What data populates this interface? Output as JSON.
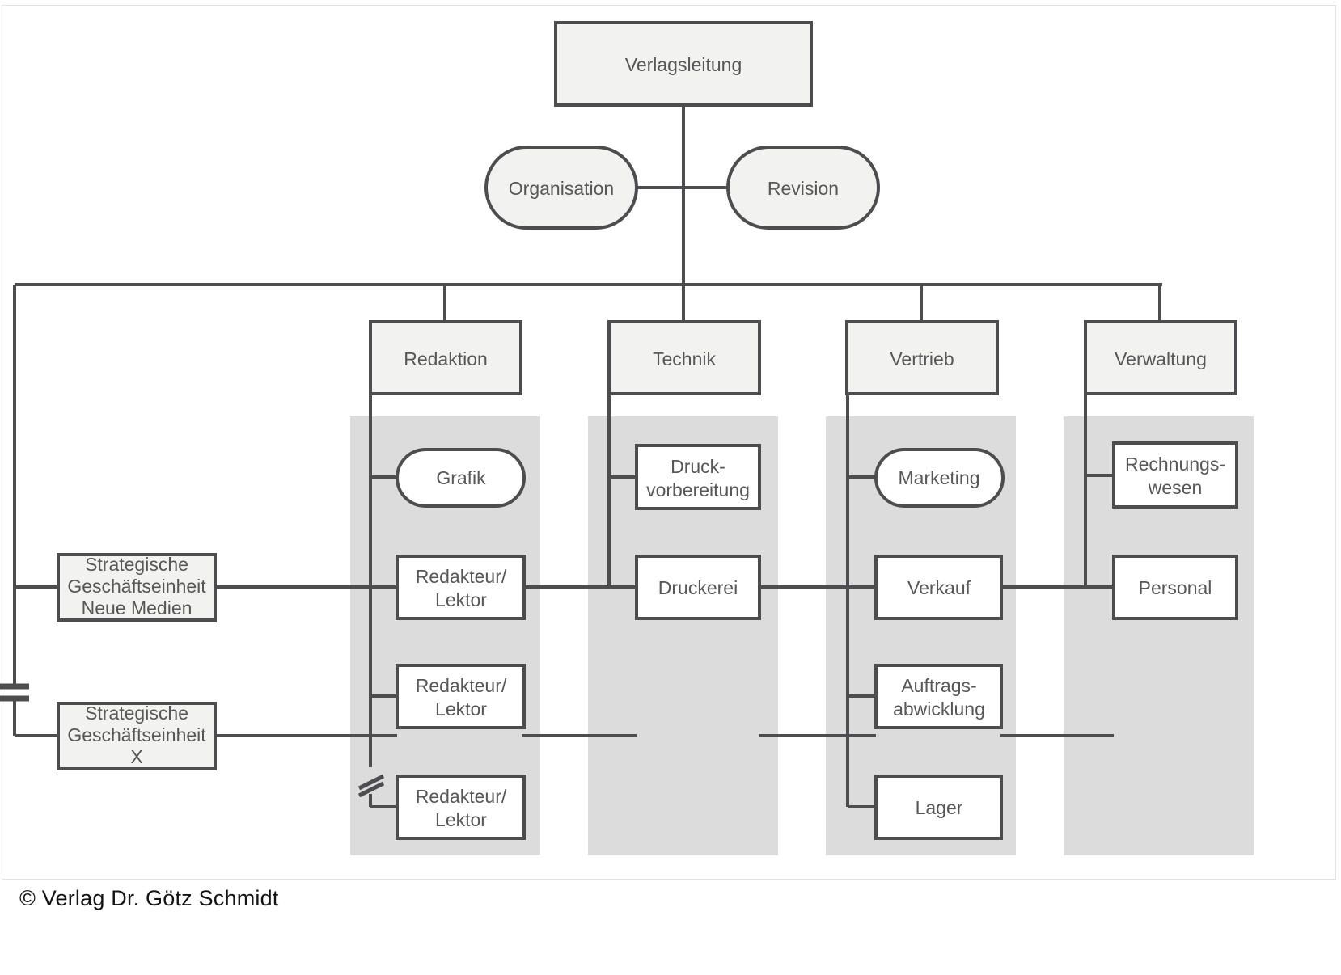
{
  "diagram": {
    "type": "matrix-organization-chart",
    "title_node": "Verlagsleitung",
    "staff_units": [
      "Organisation",
      "Revision"
    ],
    "divisions": [
      "Redaktion",
      "Technik",
      "Vertrieb",
      "Verwaltung"
    ],
    "strategic_units": [
      "Strategische Geschäftseinheit Neue Medien",
      "Strategische Geschäftseinheit X"
    ]
  },
  "nodes": {
    "root": {
      "label": "Verlagsleitung"
    },
    "staff_left": {
      "label": "Organisation"
    },
    "staff_right": {
      "label": "Revision"
    },
    "div1": {
      "label": "Redaktion"
    },
    "div2": {
      "label": "Technik"
    },
    "div3": {
      "label": "Vertrieb"
    },
    "div4": {
      "label": "Verwaltung"
    },
    "sbu1": {
      "line1": "Strategische",
      "line2": "Geschäftseinheit",
      "line3": "Neue Medien"
    },
    "sbu2": {
      "line1": "Strategische",
      "line2": "Geschäftseinheit",
      "line3": "X"
    },
    "red1": {
      "label": "Grafik"
    },
    "red2": {
      "line1": "Redakteur/",
      "line2": "Lektor"
    },
    "red3": {
      "line1": "Redakteur/",
      "line2": "Lektor"
    },
    "red4": {
      "line1": "Redakteur/",
      "line2": "Lektor"
    },
    "tec1": {
      "line1": "Druck-",
      "line2": "vorbereitung"
    },
    "tec2": {
      "label": "Druckerei"
    },
    "ver1": {
      "label": "Marketing"
    },
    "ver2": {
      "label": "Verkauf"
    },
    "ver3": {
      "line1": "Auftrags-",
      "line2": "abwicklung"
    },
    "ver4": {
      "label": "Lager"
    },
    "vw1": {
      "line1": "Rechnungs-",
      "line2": "wesen"
    },
    "vw2": {
      "label": "Personal"
    }
  },
  "footer": {
    "copyright": "© Verlag Dr. Götz Schmidt"
  },
  "colors": {
    "line": "#4d4d50",
    "box_fill": "#f2f2f1",
    "leaf_fill": "#ffffff",
    "band_fill": "#dcdcdc",
    "text": "#575757",
    "frame": "#e2e2e2",
    "page": "#ffffff"
  }
}
